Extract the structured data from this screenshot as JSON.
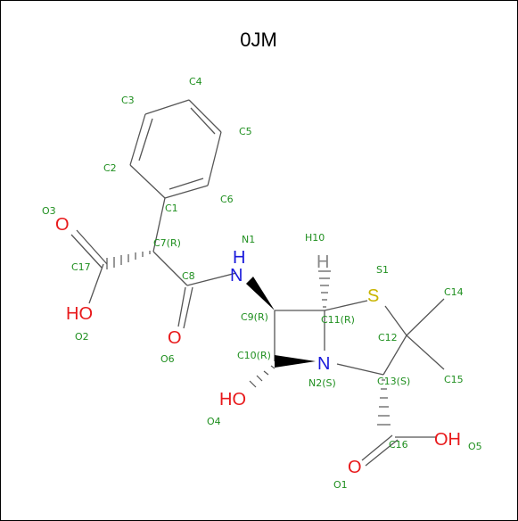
{
  "title": "0JM",
  "colors": {
    "label": "#1f8f1f",
    "oxygen": "#e8191b",
    "nitrogen": "#1a1adb",
    "sulfur": "#c8b400",
    "hydrogen": "#888888",
    "bond": "#555555"
  },
  "atom_symbols": {
    "o3": "O",
    "o2": "HO",
    "o6": "O",
    "n1": "H",
    "n1_n": "N",
    "h10": "H",
    "s1": "S",
    "n2": "N",
    "o4": "HO",
    "o1": "O",
    "o5": "OH"
  },
  "atom_labels": {
    "C1": "C1",
    "C2": "C2",
    "C3": "C3",
    "C4": "C4",
    "C5": "C5",
    "C6": "C6",
    "C7": "C7(R)",
    "C8": "C8",
    "C9": "C9(R)",
    "C10": "C10(R)",
    "C11": "C11(R)",
    "C12": "C12",
    "C13": "C13(S)",
    "C14": "C14",
    "C15": "C15",
    "C16": "C16",
    "C17": "C17",
    "N1": "N1",
    "N2": "N2(S)",
    "O1": "O1",
    "O2": "O2",
    "O3": "O3",
    "O4": "O4",
    "O5": "O5",
    "O6": "O6",
    "S1": "S1",
    "H10": "H10"
  }
}
